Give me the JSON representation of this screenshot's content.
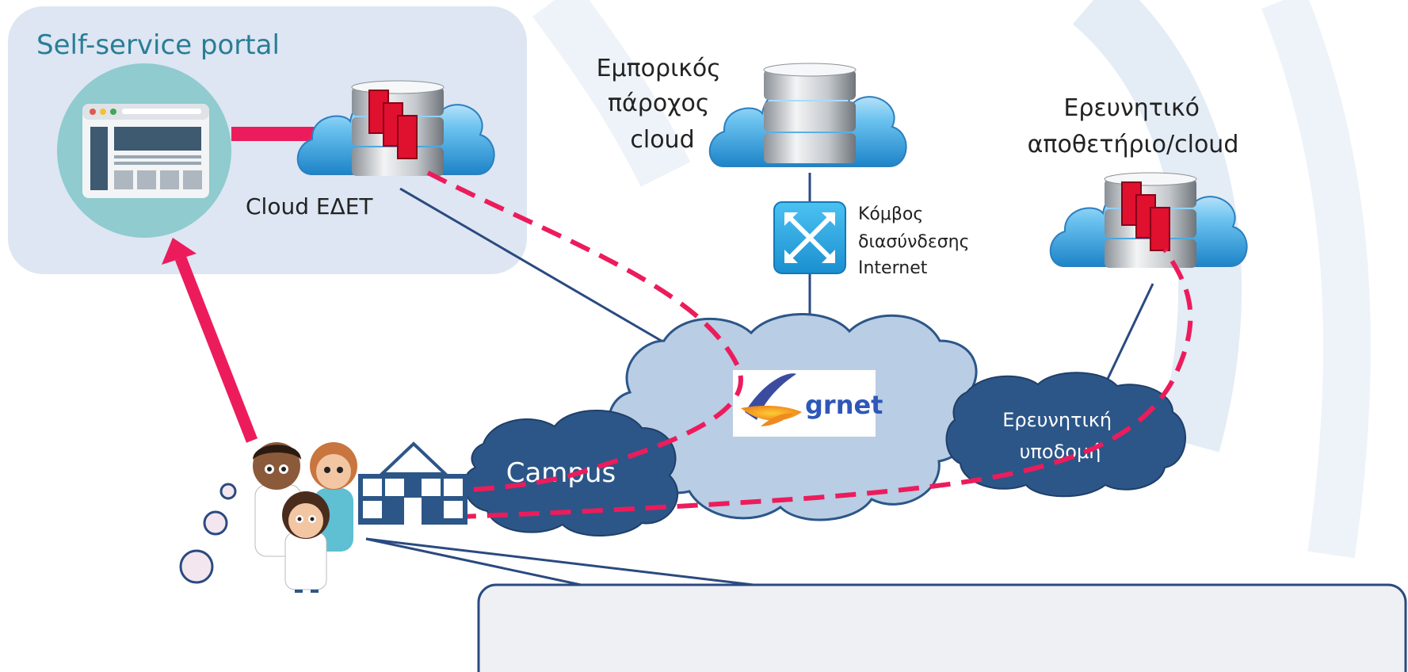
{
  "portal": {
    "title": "Self-service portal"
  },
  "clouds": {
    "edet": "Cloud ΕΔΕΤ",
    "commercial": [
      "Εμπορικός",
      "πάροχος",
      "cloud"
    ],
    "research_repo": [
      "Ερευνητικό",
      "αποθετήριο/cloud"
    ]
  },
  "switch_label": [
    "Κόμβος",
    "διασύνδεσης",
    "Internet"
  ],
  "network": {
    "logo_text": "grnet",
    "campus": "Campus",
    "research_infra": [
      "Ερευνητική",
      "υποδομή"
    ]
  },
  "colors": {
    "accent": "#ec1c5c",
    "portal_bg": "#dde6f2",
    "title_teal": "#2a7d96",
    "cloud_light": "#b9cde4",
    "cloud_dark": "#2c5688",
    "navy_line": "#2a4a80"
  },
  "icons": [
    "browser-window-icon",
    "database-cloud-icon",
    "network-switch-icon",
    "university-building-icon",
    "researchers-icon"
  ]
}
